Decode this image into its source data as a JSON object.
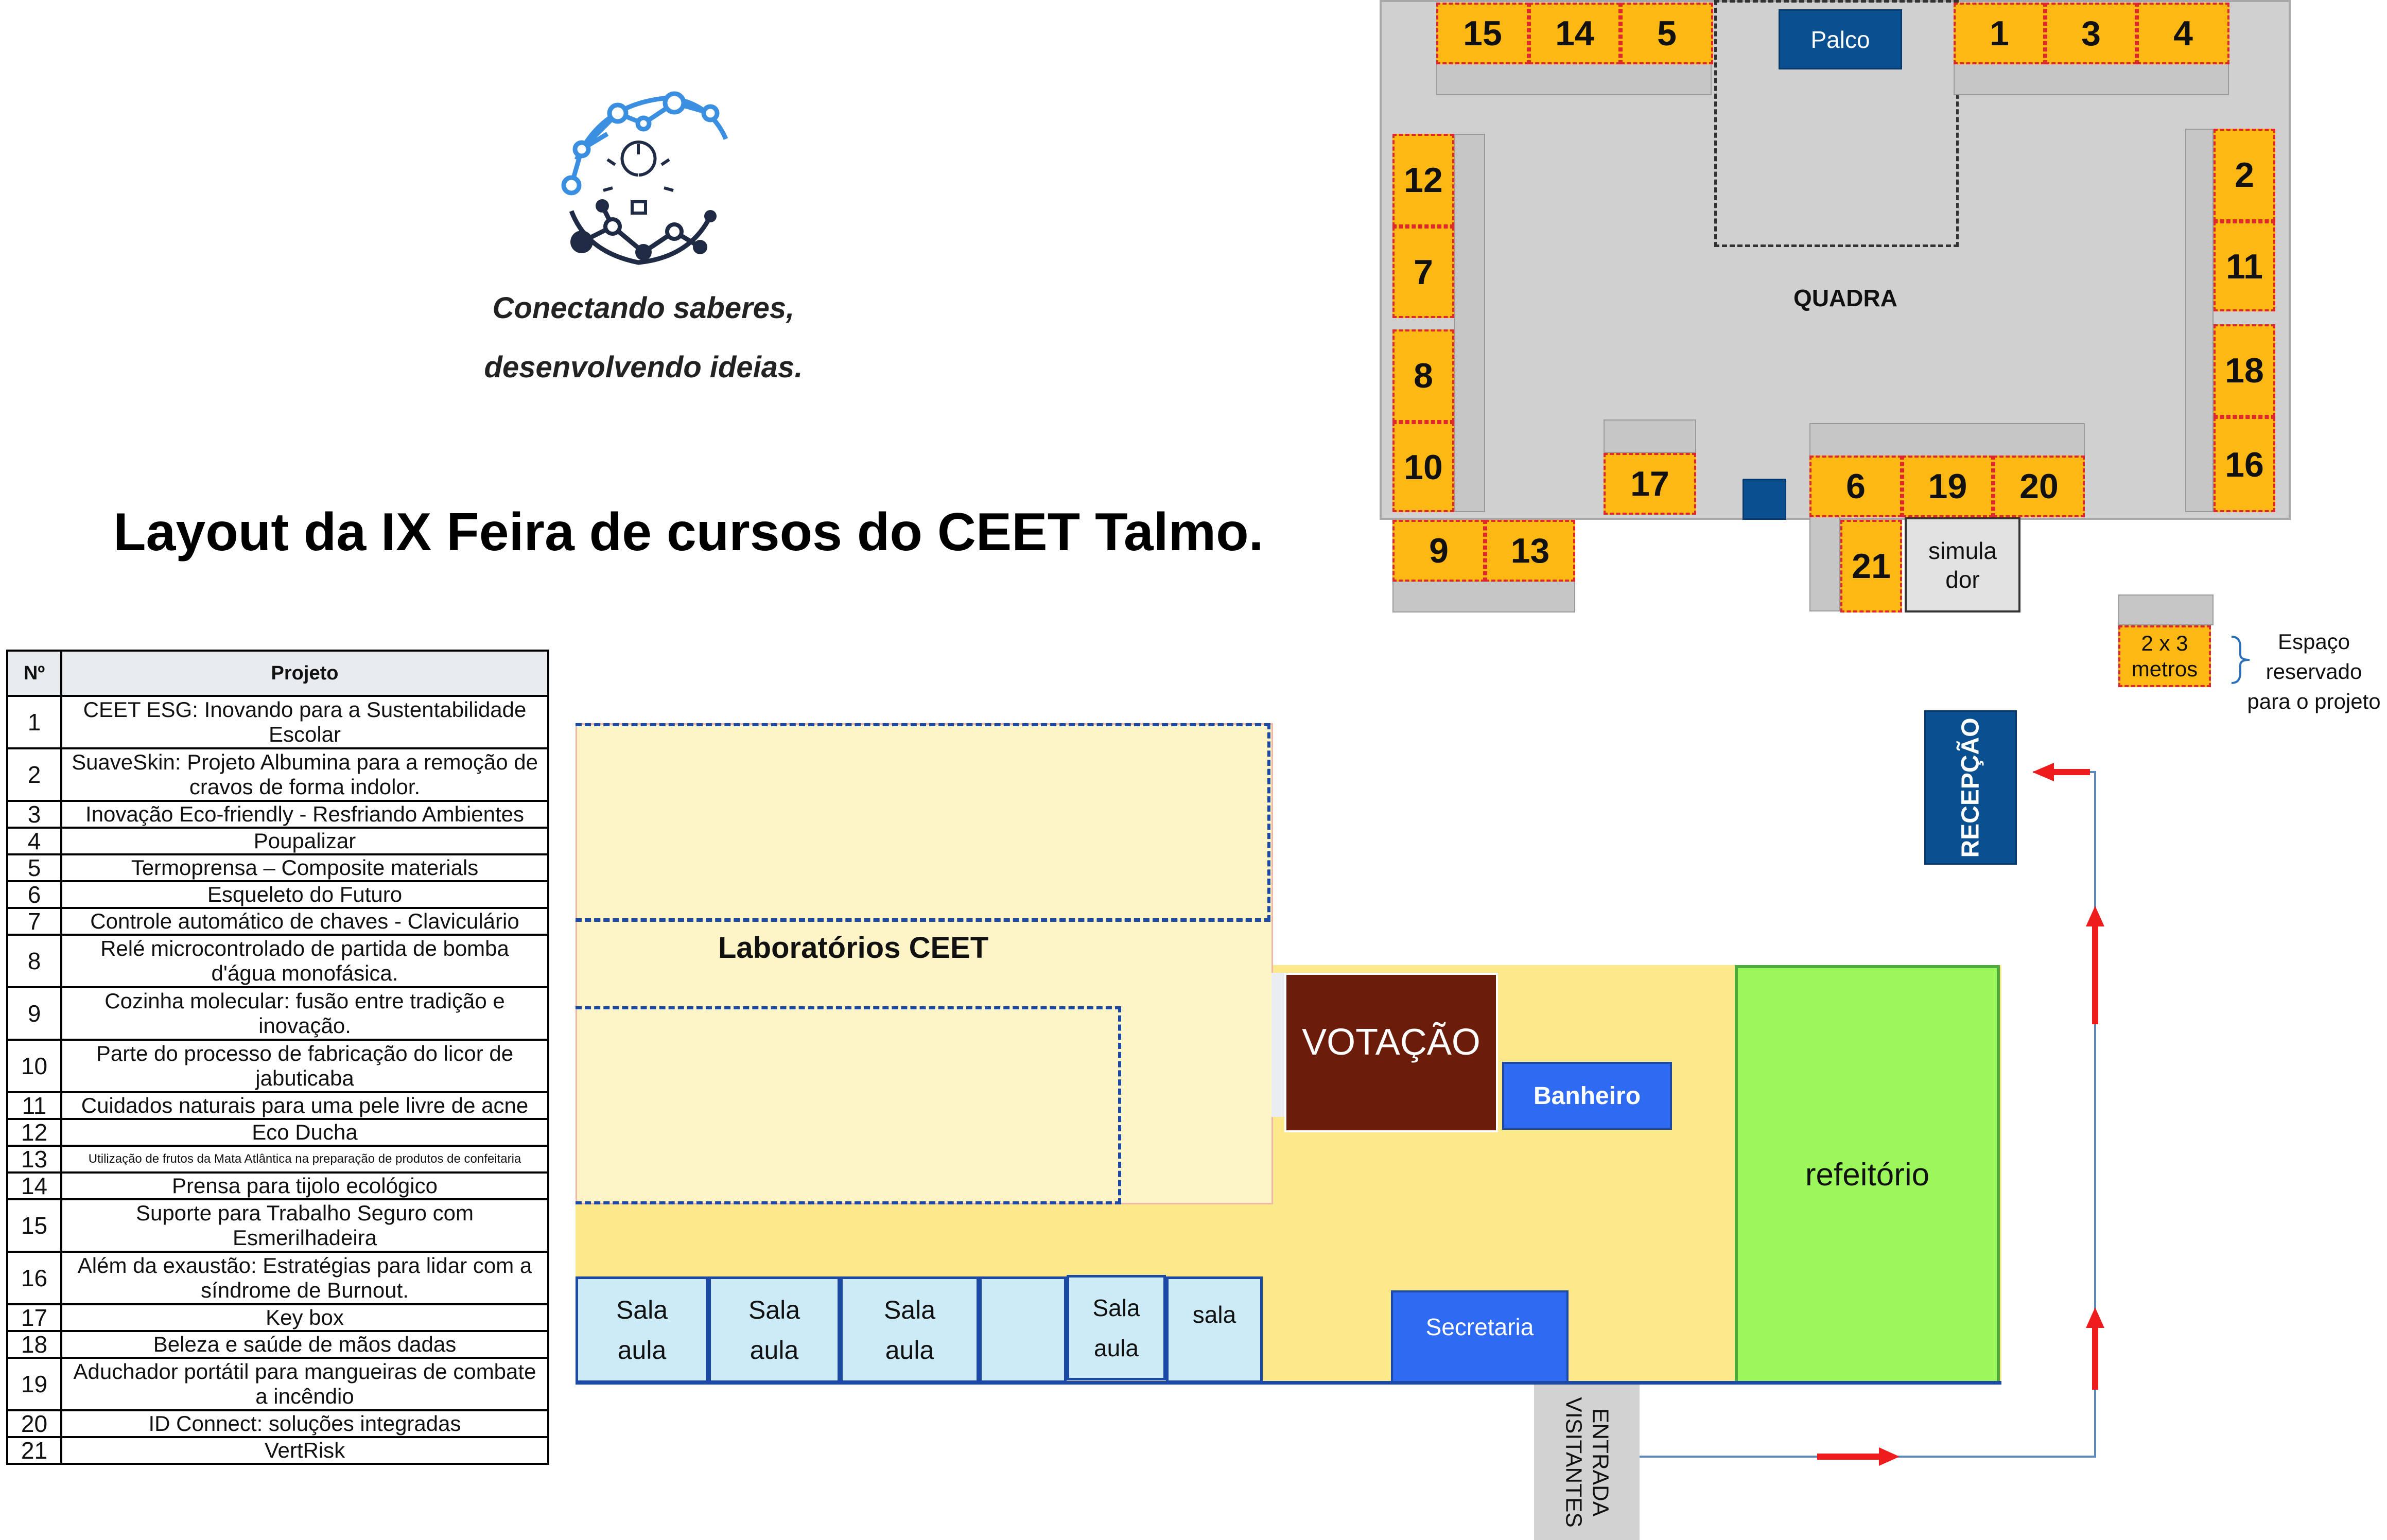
{
  "title": "Layout da IX Feira de cursos do CEET Talmo.",
  "slogan": {
    "line1": "Conectando saberes,",
    "line2": "desenvolvendo ideias."
  },
  "table": {
    "header_no": "Nº",
    "header_project": "Projeto",
    "rows": [
      {
        "n": "1",
        "p": "CEET  ESG: Inovando para a Sustentabilidade Escolar"
      },
      {
        "n": "2",
        "p": "SuaveSkin: Projeto Albumina para a remoção de cravos de forma indolor."
      },
      {
        "n": "3",
        "p": "Inovação Eco-friendly - Resfriando Ambientes"
      },
      {
        "n": "4",
        "p": "Poupalizar"
      },
      {
        "n": "5",
        "p": "Termoprensa – Composite materials"
      },
      {
        "n": "6",
        "p": "Esqueleto do Futuro"
      },
      {
        "n": "7",
        "p": "Controle automático de chaves - Claviculário"
      },
      {
        "n": "8",
        "p": "Relé microcontrolado de partida de bomba d'água monofásica."
      },
      {
        "n": "9",
        "p": "Cozinha molecular: fusão entre tradição e inovação."
      },
      {
        "n": "10",
        "p": "Parte do processo de fabricação do licor de jabuticaba"
      },
      {
        "n": "11",
        "p": "Cuidados naturais para uma pele livre de acne"
      },
      {
        "n": "12",
        "p": "Eco Ducha"
      },
      {
        "n": "13",
        "p": "Utilização de frutos da Mata Atlântica na preparação de produtos de confeitaria"
      },
      {
        "n": "14",
        "p": "Prensa para tijolo ecológico"
      },
      {
        "n": "15",
        "p": "Suporte para Trabalho Seguro com Esmerilhadeira"
      },
      {
        "n": "16",
        "p": "Além da exaustão: Estratégias para lidar com a síndrome de Burnout."
      },
      {
        "n": "17",
        "p": "Key box"
      },
      {
        "n": "18",
        "p": "Beleza e saúde de mãos dadas"
      },
      {
        "n": "19",
        "p": "Aduchador portátil para mangueiras de combate a incêndio"
      },
      {
        "n": "20",
        "p": "ID Connect: soluções integradas"
      },
      {
        "n": "21",
        "p": "VertRisk"
      }
    ]
  },
  "court": {
    "quadra": "QUADRA",
    "palco": "Palco",
    "simulador_line1": "simula",
    "simulador_line2": "dor",
    "booths": [
      "15",
      "14",
      "5",
      "1",
      "3",
      "4",
      "12",
      "7",
      "8",
      "10",
      "2",
      "11",
      "18",
      "16",
      "17",
      "6",
      "19",
      "20",
      "9",
      "13",
      "21"
    ]
  },
  "legend": {
    "size_line1": "2 x 3",
    "size_line2": "metros",
    "text_line1": "Espaço",
    "text_line2": "reservado",
    "text_line3": "para o projeto"
  },
  "building": {
    "labs": "Laboratórios CEET",
    "votacao": "VOTAÇÃO",
    "banheiro": "Banheiro",
    "refeitorio": "refeitório",
    "secretaria": "Secretaria",
    "recepcao": "RECEPÇÃO",
    "entrada_line1": "ENTRADA",
    "entrada_line2": "VISITANTES",
    "rooms": [
      {
        "l1": "Sala",
        "l2": "aula"
      },
      {
        "l1": "Sala",
        "l2": "aula"
      },
      {
        "l1": "Sala",
        "l2": "aula"
      },
      {
        "l1": "",
        "l2": ""
      },
      {
        "l1": "Sala",
        "l2": "aula"
      },
      {
        "l1": "sala",
        "l2": ""
      }
    ]
  },
  "colors": {
    "booth": "#FDB813",
    "booth_border": "#e0282c",
    "dark_blue": "#0a4f8f",
    "votacao": "#6b1c0b",
    "refeitorio": "#9cf75b",
    "arrow": "#ee1c1c"
  }
}
